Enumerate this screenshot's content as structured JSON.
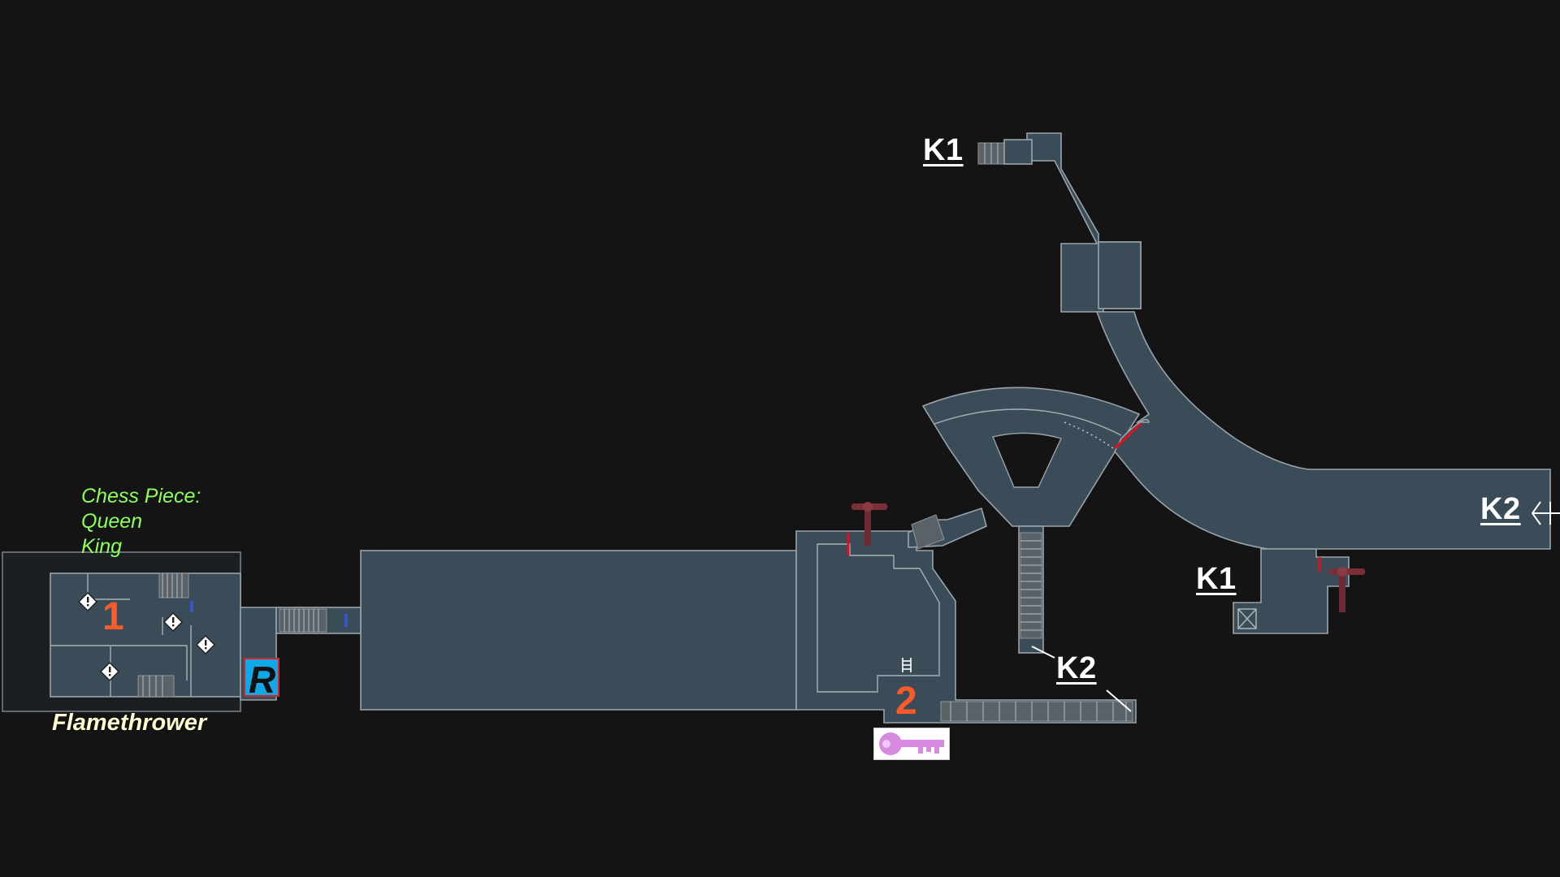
{
  "markers": {
    "k1_top": "K1",
    "k1_right": "K1",
    "k2_center": "K2",
    "k2_right": "K2",
    "room_1": "1",
    "room_2": "2"
  },
  "notes": {
    "chess_title": "Chess Piece:",
    "chess_item_1": "Queen",
    "chess_item_2": "King",
    "weapon": "Flamethrower"
  },
  "icons": {
    "save_point": "R",
    "key": "key-icon",
    "ladder": "ladder-icon",
    "turret": "turret-icon",
    "hazard": "hazard-icon",
    "exit_arrow": "exit-arrow-icon"
  },
  "colors": {
    "background": "#141414",
    "room_fill": "#3a4c58",
    "marker_number": "#ff5a2a",
    "note_text": "#8cff5a",
    "door_locked": "#e01020",
    "key_color": "#d78ae0"
  }
}
